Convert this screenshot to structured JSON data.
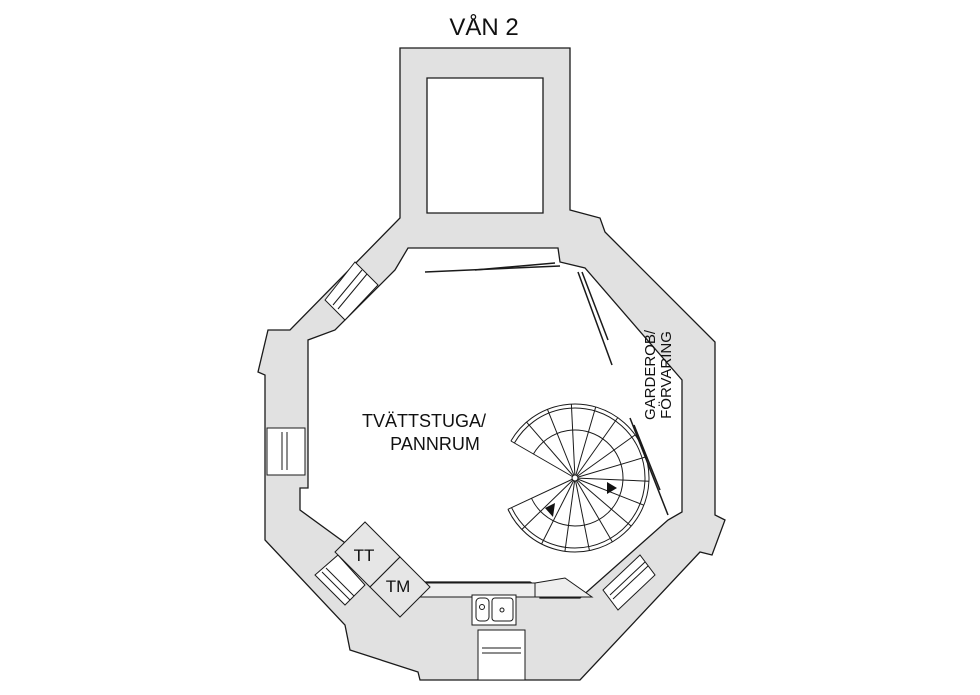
{
  "title": "VÅN 2",
  "rooms": {
    "main": [
      "TVÄTTSTUGA/",
      "PANNRUM"
    ],
    "closet": [
      "GARDEROB/",
      "FÖRVARING"
    ]
  },
  "appliances": {
    "dryer": "TT",
    "washer": "TM"
  },
  "colors": {
    "wall": "#e1e1e1",
    "line": "#1a1a1a",
    "counter": "#eeeeee"
  },
  "stair": {
    "steps": 16
  }
}
